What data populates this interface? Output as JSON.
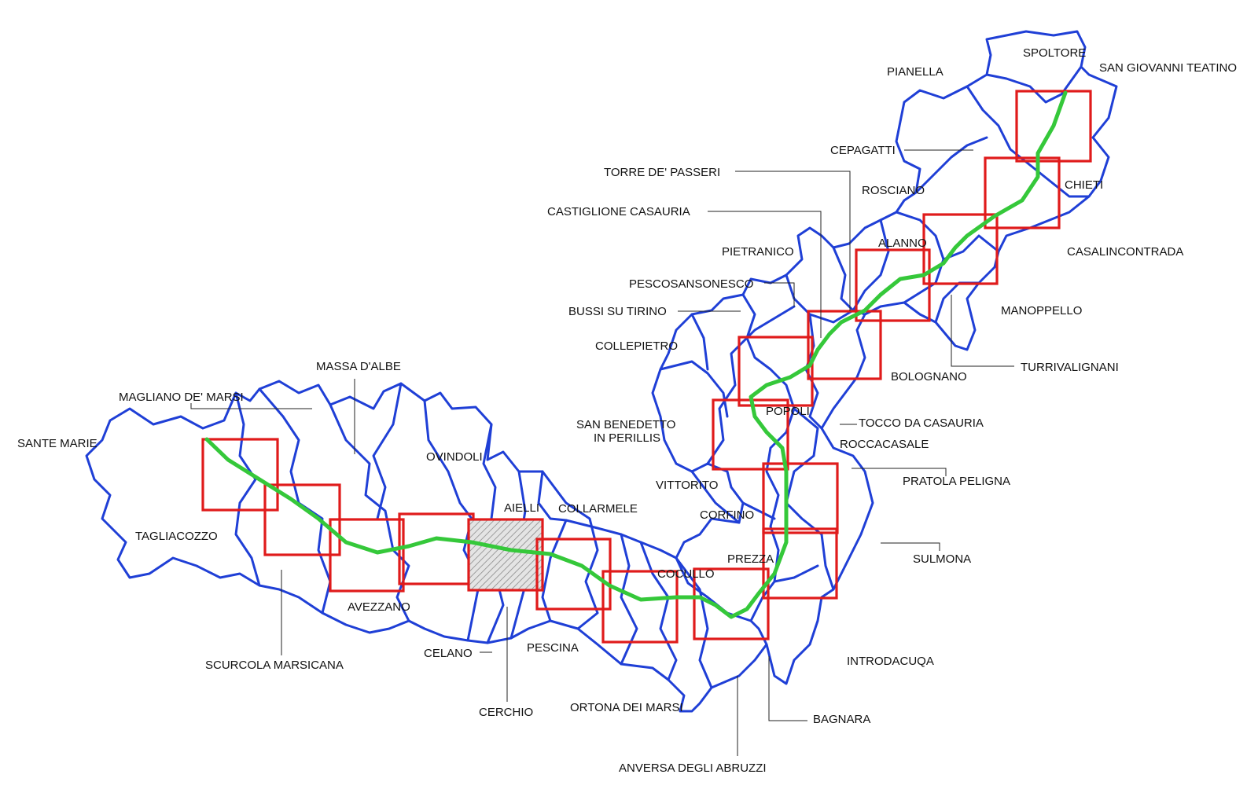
{
  "map": {
    "colors": {
      "boundary": "#1f3fd6",
      "sheet": "#e01b1b",
      "route": "#35c83a",
      "hatch": "#9a9a9a"
    },
    "legend_semantics": {
      "boundary": "municipal-boundary",
      "sheet": "map-sheet-frame",
      "route": "route-line",
      "highlighted_sheet": "hatched-sheet"
    },
    "labels": {
      "spoltore": "SPOLTORE",
      "san_giovanni_teatino": "SAN GIOVANNI TEATINO",
      "pianella": "PIANELLA",
      "cepagatti": "CEPAGATTI",
      "torre_de_passeri": "TORRE DE' PASSERI",
      "chieti": "CHIETI",
      "rosciano": "ROSCIANO",
      "castiglione_casauria": "CASTIGLIONE  CASAURIA",
      "alanno": "ALANNO",
      "pietranico": "PIETRANICO",
      "casalincontrada": "CASALINCONTRADA",
      "pescosansonesco": "PESCOSANSONESCO",
      "bussi_su_tirino": "BUSSI SU TIRINO",
      "manoppello": "MANOPPELLO",
      "collepietro": "COLLEPIETRO",
      "turrivalignani": "TURRIVALIGNANI",
      "bolognano": "BOLOGNANO",
      "massa_dalbe": "MASSA D'ALBE",
      "magliano_de_marsi": "MAGLIANO DE' MARSI",
      "popoli": "POPOLI",
      "tocco_da_casauria": "TOCCO DA CASAURIA",
      "san_benedetto_line1": "SAN BENEDETTO",
      "san_benedetto_line2": "IN PERILLIS",
      "roccacasale": "ROCCACASALE",
      "sante_marie": "SANTE MARIE",
      "ovindoli": "OVINDOLI",
      "pratola_peligna": "PRATOLA PELIGNA",
      "vittorito": "VITTORITO",
      "aielli": "AIELLI",
      "collarmele": "COLLARMELE",
      "corfino": "CORFINO",
      "tagliacozzo": "TAGLIACOZZO",
      "prezza": "PREZZA",
      "sulmona": "SULMONA",
      "cocullo": "COCULLO",
      "avezzano": "AVEZZANO",
      "pescina": "PESCINA",
      "celano": "CELANO",
      "scurcola_marsicana": "SCURCOLA MARSICANA",
      "introdacuqa": "INTRODACUQA",
      "ortona_dei_marsi": "ORTONA DEI MARSI",
      "cerchio": "CERCHIO",
      "bagnara": "BAGNARA",
      "anversa_degli_abruzzi": "ANVERSA DEGLI ABRUZZI"
    }
  }
}
